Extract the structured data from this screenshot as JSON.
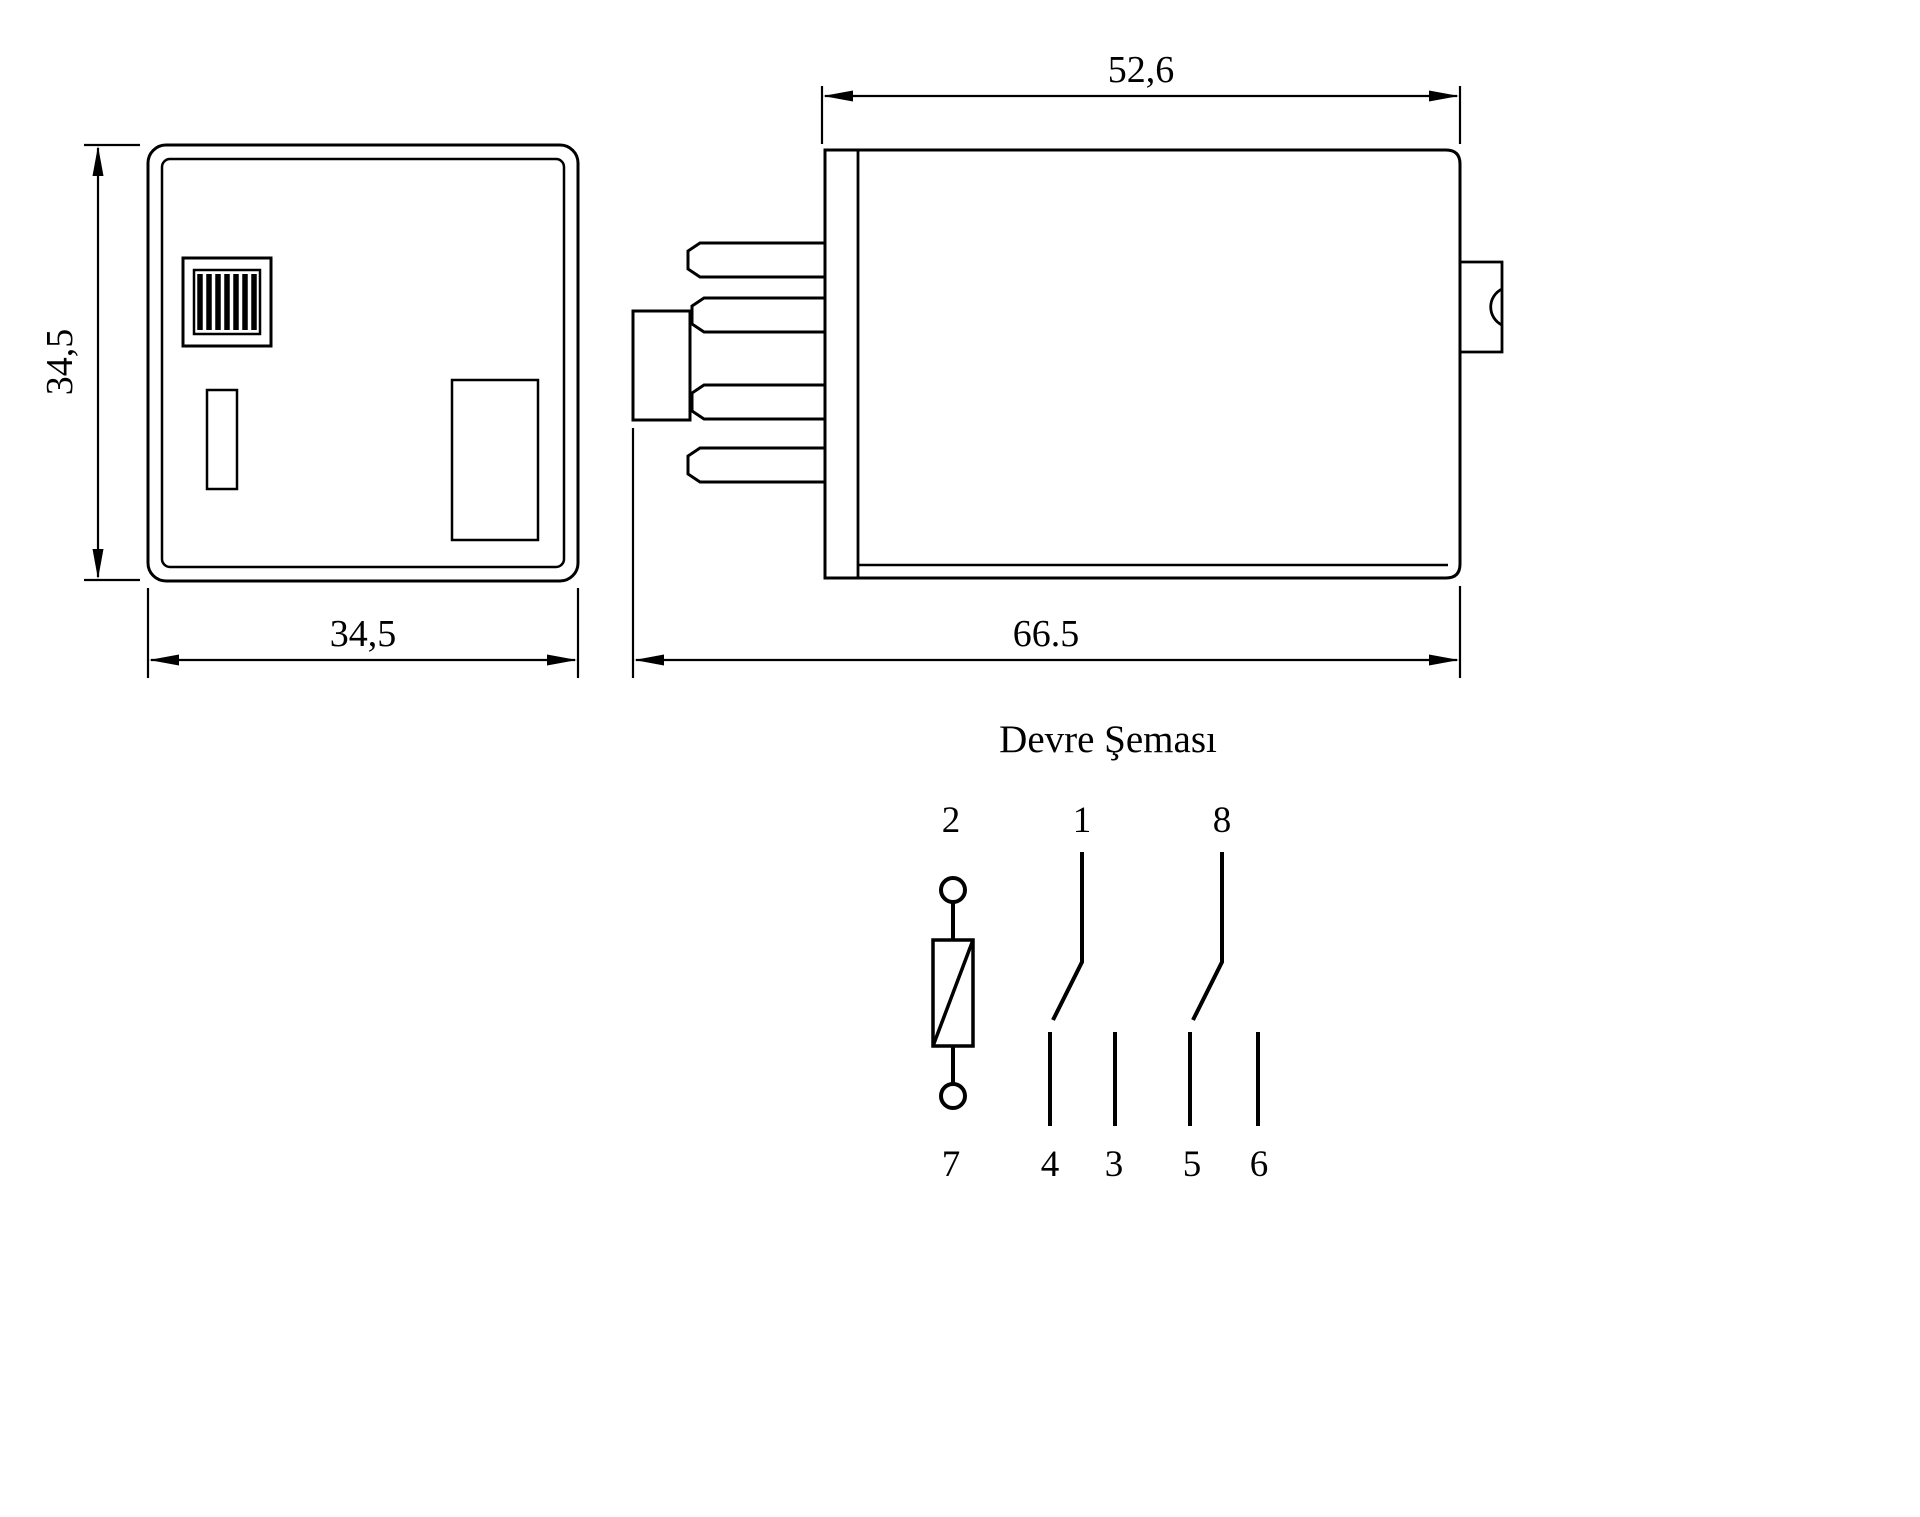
{
  "front_view": {
    "height_label": "34,5",
    "width_label": "34,5"
  },
  "side_view": {
    "width_label": "52,6",
    "length_label": "66.5"
  },
  "circuit": {
    "title": "Devre Şeması",
    "top_terminals": [
      "2",
      "1",
      "8"
    ],
    "bottom_terminals": [
      "7",
      "4",
      "3",
      "5",
      "6"
    ]
  }
}
